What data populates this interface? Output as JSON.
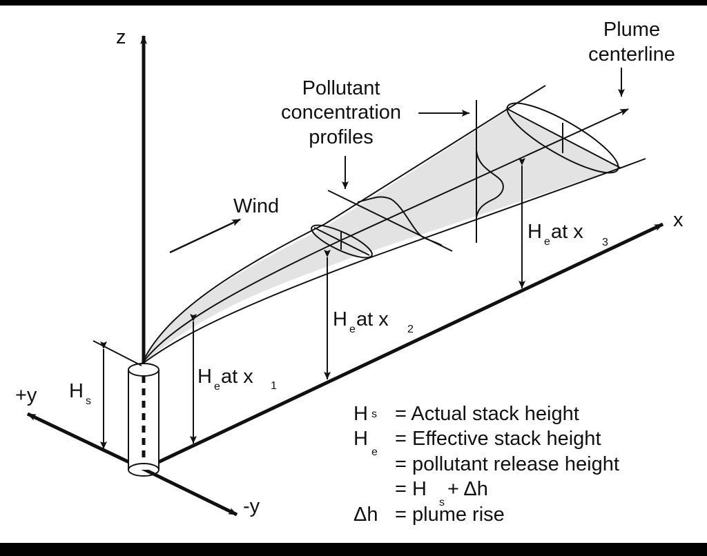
{
  "diagram": {
    "title": "Gaussian plume dispersion from an elevated stack",
    "colors": {
      "background": "#ffffff",
      "ink": "#111111",
      "plume_fill": "#e3e3e3",
      "frame": "#000000"
    },
    "axes": {
      "z": "z",
      "x": "x",
      "plus_y": "+y",
      "minus_y": "-y"
    },
    "labels": {
      "wind": "Wind",
      "pollutant_profiles": [
        "Pollutant",
        "concentration",
        "profiles"
      ],
      "plume_centerline": [
        "Plume",
        "centerline"
      ],
      "hs": {
        "main": "H",
        "sub": "s"
      },
      "he_x1": {
        "main": "H",
        "sub": "e",
        "rest": "at x",
        "index": "1"
      },
      "he_x2": {
        "main": "H",
        "sub": "e",
        "rest": "at x",
        "index": "2"
      },
      "he_x3": {
        "main": "H",
        "sub": "e",
        "rest": "at x",
        "index": "3"
      }
    },
    "legend": [
      {
        "symbol": "H",
        "symbol_sub": "s",
        "text": "= Actual stack height"
      },
      {
        "symbol": "H",
        "symbol_sub": "e",
        "text": "= Effective stack height"
      },
      {
        "symbol": "",
        "symbol_sub": "",
        "text": "= pollutant release height"
      },
      {
        "symbol": "",
        "symbol_sub": "",
        "text": "= H",
        "text_sub": "s",
        "text_tail": "+ Δh"
      },
      {
        "symbol": "Δh",
        "symbol_sub": "",
        "text": "= plume rise"
      }
    ]
  }
}
